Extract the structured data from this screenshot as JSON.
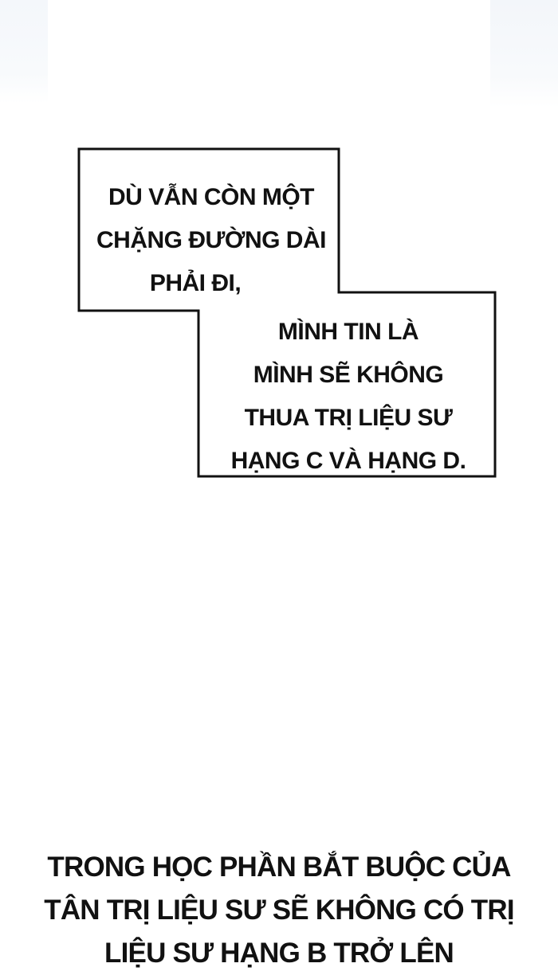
{
  "panel": {
    "background": "#ffffff",
    "text_color": "#111111",
    "border_color": "#111111"
  },
  "speech_box_1": {
    "lines": [
      "DÙ VẪN CÒN MỘT",
      "CHẶNG ĐƯỜNG DÀI",
      "PHẢI ĐI,"
    ]
  },
  "speech_box_2": {
    "lines": [
      "MÌNH TIN LÀ",
      "MÌNH SẼ KHÔNG",
      "THUA TRỊ LIỆU SƯ",
      "HẠNG C VÀ HẠNG D."
    ]
  },
  "caption": {
    "lines": [
      "TRONG HỌC PHẦN BẮT BUỘC CỦA",
      "TÂN TRỊ LIỆU SƯ SẼ KHÔNG CÓ TRỊ",
      "LIỆU SƯ HẠNG B TRỞ LÊN"
    ]
  }
}
